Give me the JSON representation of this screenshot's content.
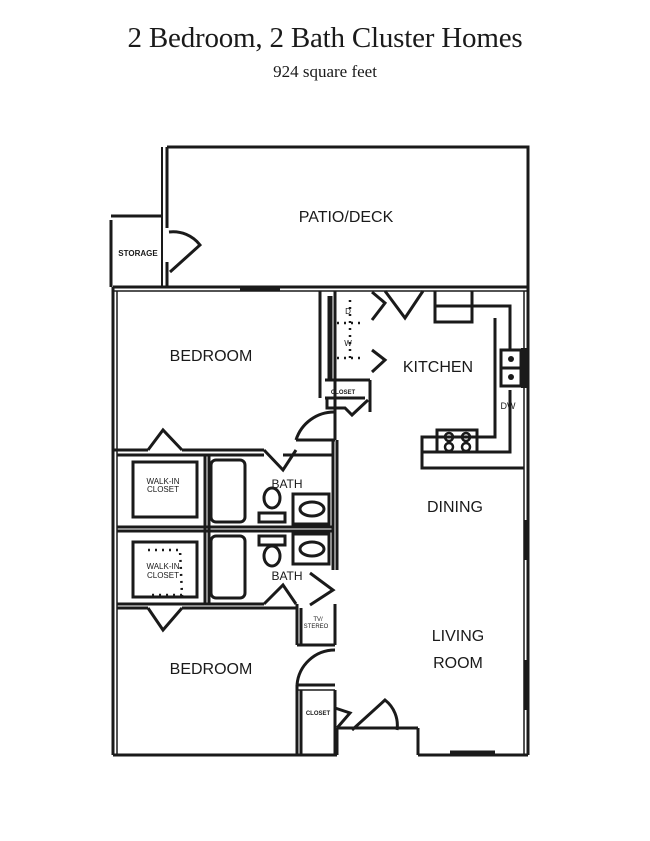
{
  "header": {
    "title": "2 Bedroom, 2 Bath Cluster Homes",
    "subtitle": "924 square feet"
  },
  "floorplan": {
    "rooms": {
      "patio": "PATIO/DECK",
      "storage": "STORAGE",
      "bedroom_top": "BEDROOM",
      "kitchen": "KITCHEN",
      "closet_kitchen": "CLOSET",
      "dryer": "D",
      "washer": "W",
      "dishwasher": "DW",
      "walkin_top_1": "WALK-IN",
      "walkin_top_2": "CLOSET",
      "bath_top": "BATH",
      "dining": "DINING",
      "walkin_bottom_1": "WALK-IN",
      "walkin_bottom_2": "CLOSET",
      "bath_bottom": "BATH",
      "tv_1": "TV/",
      "tv_2": "STEREO",
      "living_1": "LIVING",
      "living_2": "ROOM",
      "bedroom_bottom": "BEDROOM",
      "closet_entry": "CLOSET"
    },
    "colors": {
      "line": "#1a1a1a",
      "background": "#ffffff"
    }
  }
}
